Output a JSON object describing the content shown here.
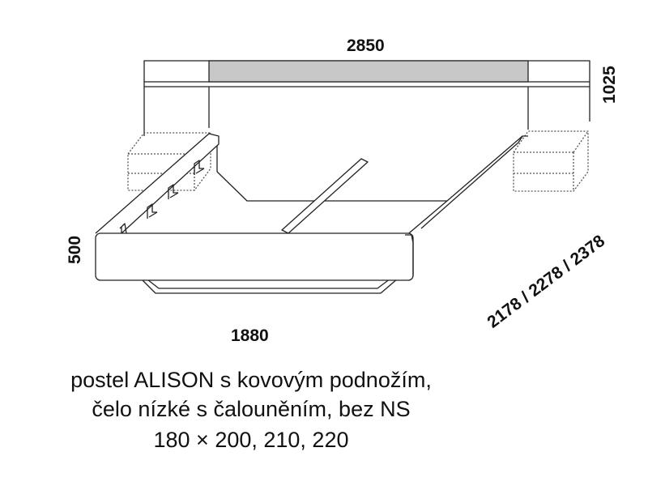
{
  "dimensions": {
    "width": "2850",
    "height": "1025",
    "headboard_height": "500",
    "foot_width": "1880",
    "length_options": "2178 / 2278 / 2378"
  },
  "caption": {
    "line1": "postel ALISON s kovovým podnožím,",
    "line2": "čelo nízké s čalouněním, bez NS",
    "line3": "180 × 200, 210, 220"
  },
  "colors": {
    "line": "#222222",
    "headboard_panel": "#c8c8c8",
    "background": "#ffffff"
  }
}
